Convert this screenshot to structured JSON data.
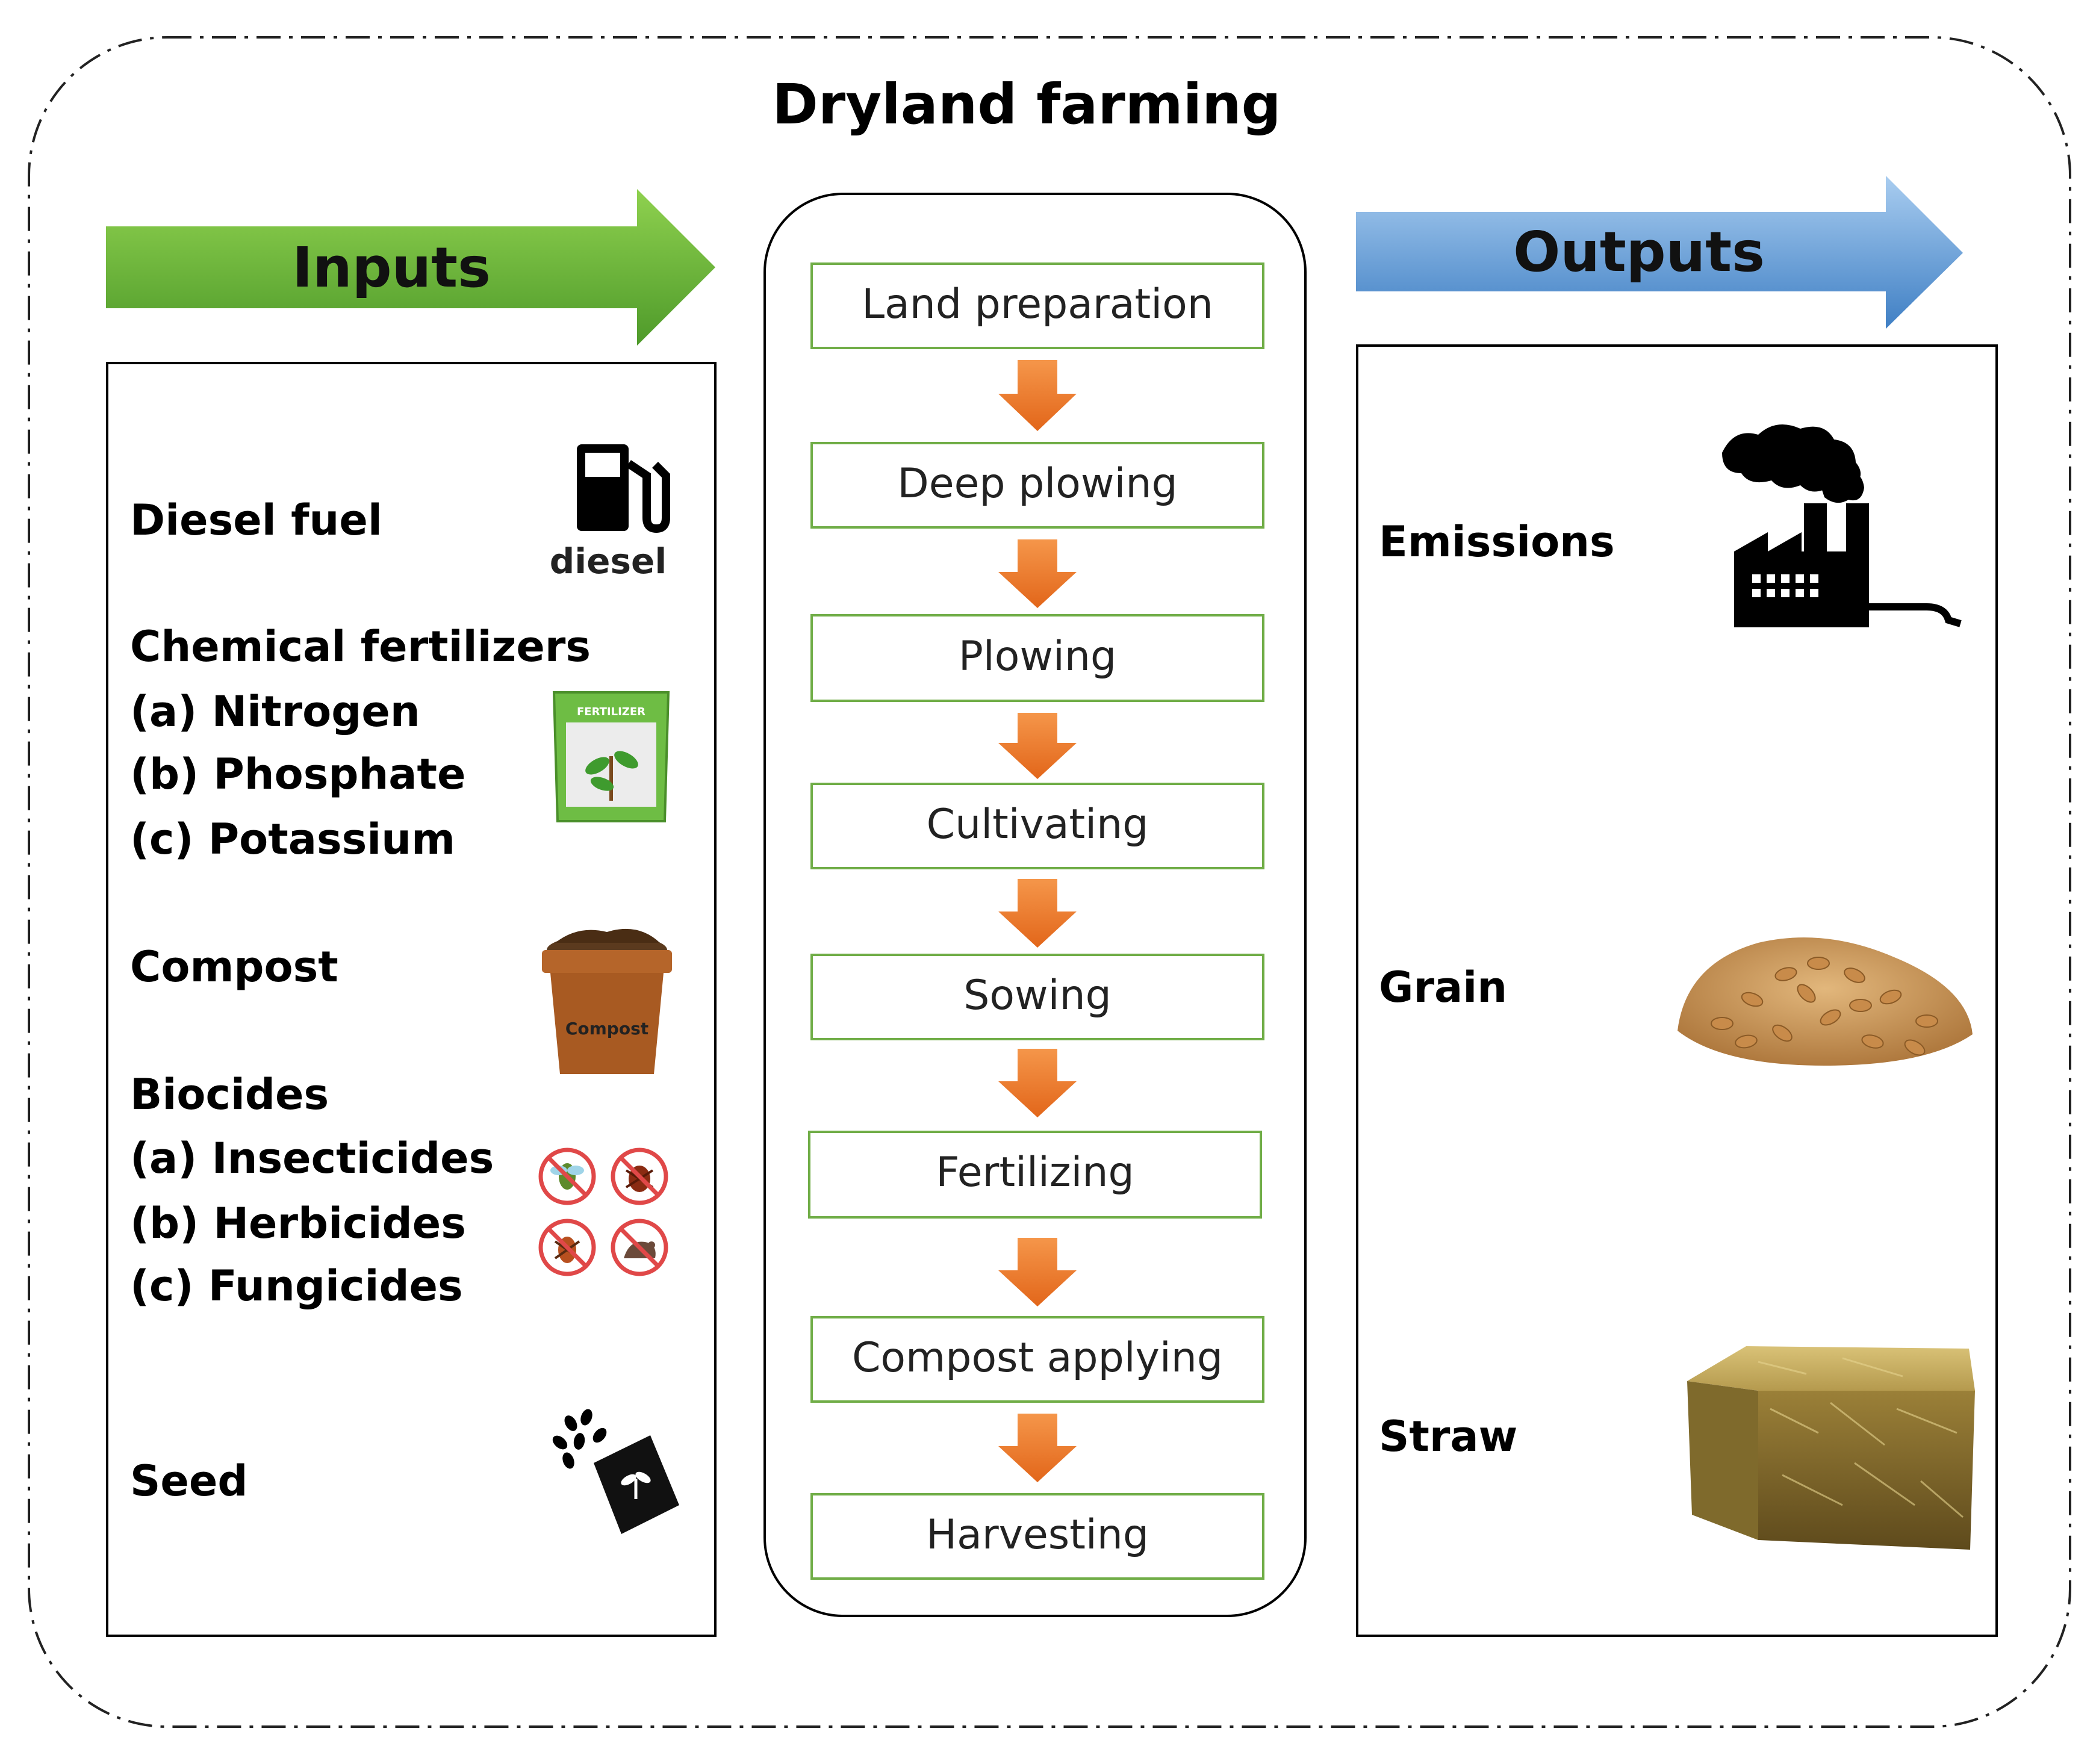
{
  "title": "Dryland farming",
  "inputs": {
    "label": "Inputs",
    "diesel": {
      "label": "Diesel fuel",
      "icon": "diesel-pump-icon",
      "icon_text": "diesel"
    },
    "fertilizers": {
      "label": "Chemical fertilizers",
      "items": [
        "(a) Nitrogen",
        "(b) Phosphate",
        "(c) Potassium"
      ],
      "icon": "fertilizer-bag-icon",
      "icon_text": "FERTILIZER"
    },
    "compost": {
      "label": "Compost",
      "icon": "compost-pot-icon",
      "icon_text": "Compost"
    },
    "biocides": {
      "label": "Biocides",
      "items": [
        "(a) Insecticides",
        "(b) Herbicides",
        "(c) Fungicides"
      ],
      "icon": "pest-prohibited-icons"
    },
    "seed": {
      "label": "Seed",
      "icon": "seed-packet-icon"
    }
  },
  "process": {
    "steps": [
      "Land preparation",
      "Deep plowing",
      "Plowing",
      "Cultivating",
      "Sowing",
      "Fertilizing",
      "Compost applying",
      "Harvesting"
    ]
  },
  "outputs": {
    "label": "Outputs",
    "items": [
      {
        "label": "Emissions",
        "icon": "factory-icon"
      },
      {
        "label": "Grain",
        "icon": "grain-pile-icon"
      },
      {
        "label": "Straw",
        "icon": "straw-bale-icon"
      }
    ]
  },
  "colors": {
    "inputs_arrow": "#6cb33f",
    "outputs_arrow": "#5b9bd5",
    "step_border": "#70ad47",
    "flow_arrow": "#ed7d31",
    "text": "#000000"
  }
}
